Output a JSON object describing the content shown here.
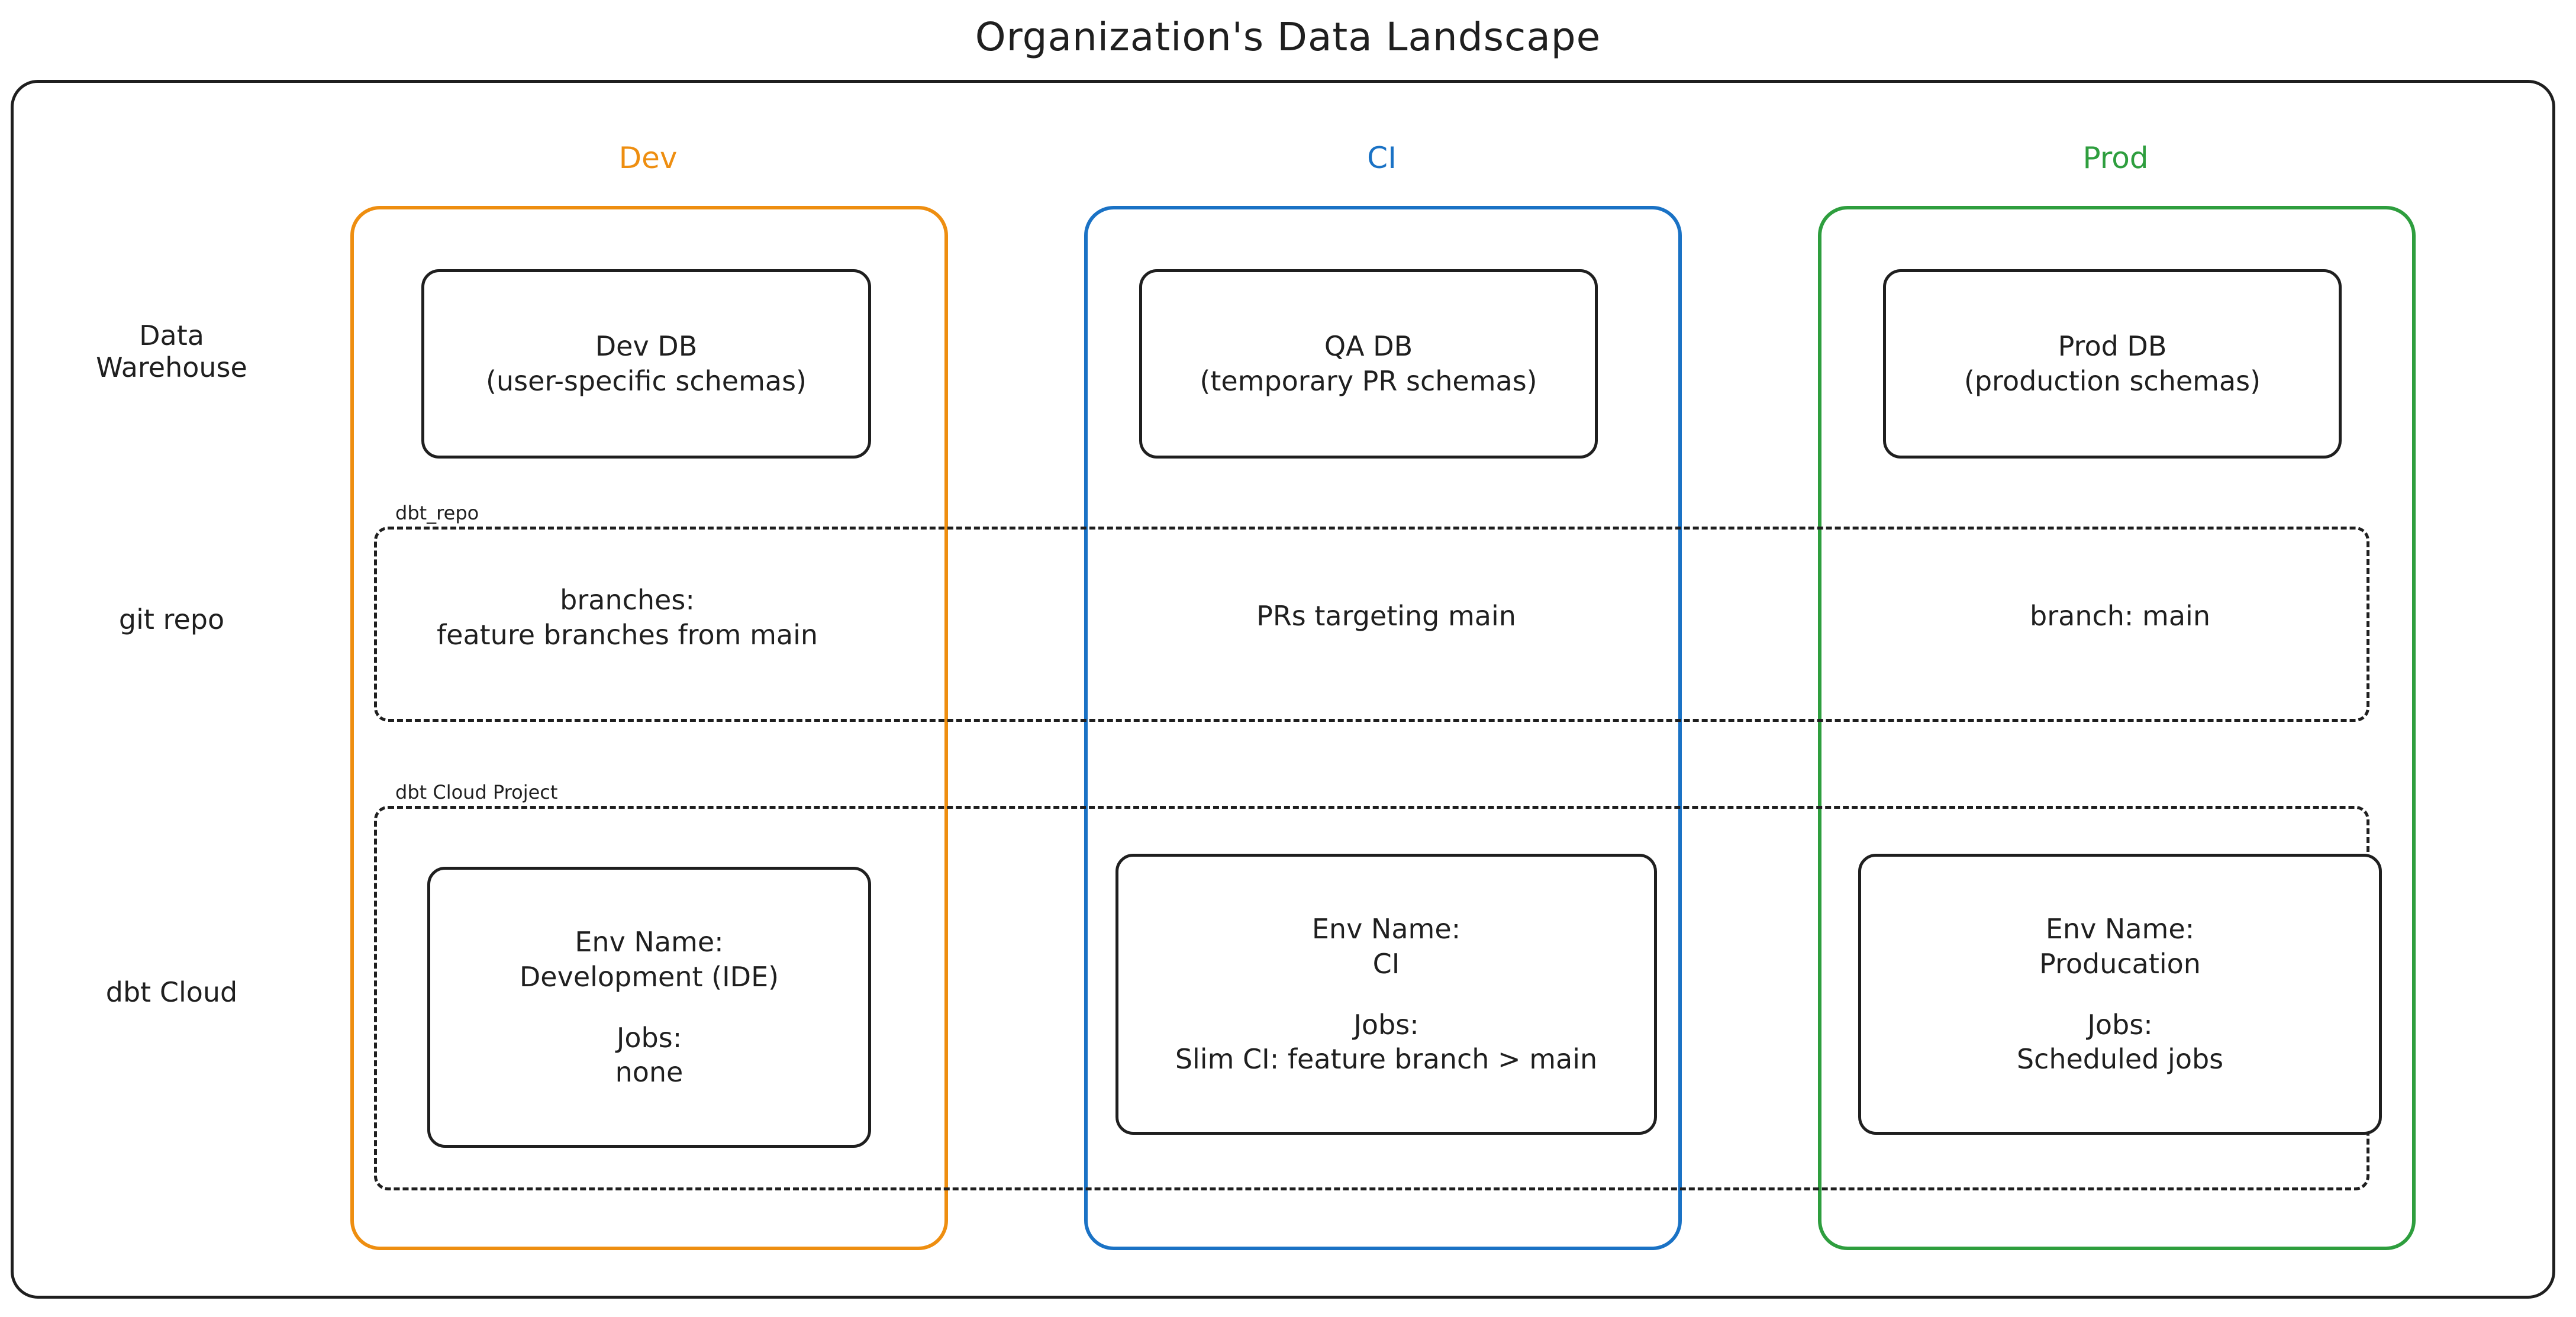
{
  "title": "Organization's Data Landscape",
  "colors": {
    "dev": "#ee8e10",
    "ci": "#1a72c5",
    "prod": "#2e9e3e",
    "stroke": "#1f1f1f",
    "background": "#ffffff"
  },
  "columns": [
    {
      "key": "dev",
      "label": "Dev"
    },
    {
      "key": "ci",
      "label": "CI"
    },
    {
      "key": "prod",
      "label": "Prod"
    }
  ],
  "rows": [
    {
      "key": "warehouse",
      "label_line1": "Data",
      "label_line2": "Warehouse"
    },
    {
      "key": "git",
      "label_line1": "git repo",
      "label_line2": ""
    },
    {
      "key": "dbtcloud",
      "label_line1": "dbt Cloud",
      "label_line2": ""
    }
  ],
  "groups": {
    "dbt_repo": {
      "label": "dbt_repo"
    },
    "dbt_cloud_project": {
      "label": "dbt Cloud Project"
    }
  },
  "warehouse": {
    "dev": {
      "line1": "Dev DB",
      "line2": "(user-specific schemas)"
    },
    "ci": {
      "line1": "QA DB",
      "line2": "(temporary PR schemas)"
    },
    "prod": {
      "line1": "Prod DB",
      "line2": "(production schemas)"
    }
  },
  "git_repo": {
    "dev": {
      "line1": "branches:",
      "line2": "feature branches from main"
    },
    "ci": {
      "line1": "PRs targeting main",
      "line2": ""
    },
    "prod": {
      "line1": "branch: main",
      "line2": ""
    }
  },
  "dbt_cloud": {
    "dev": {
      "env_label": "Env Name:",
      "env_value": "Development (IDE)",
      "jobs_label": "Jobs:",
      "jobs_value": "none"
    },
    "ci": {
      "env_label": "Env Name:",
      "env_value": "CI",
      "jobs_label": "Jobs:",
      "jobs_value": "Slim CI: feature branch > main"
    },
    "prod": {
      "env_label": "Env Name:",
      "env_value": "Producation",
      "jobs_label": "Jobs:",
      "jobs_value": "Scheduled jobs"
    }
  }
}
